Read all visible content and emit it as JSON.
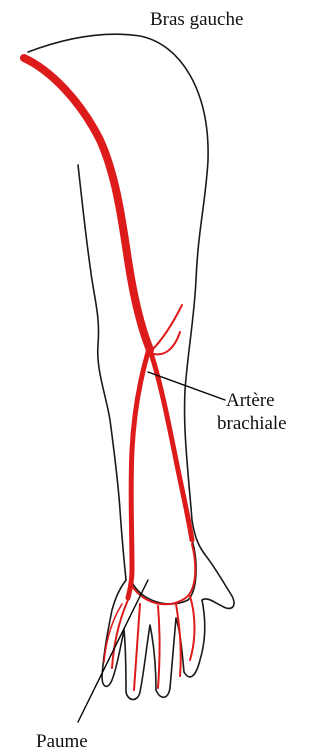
{
  "labels": {
    "title": "Bras gauche",
    "artery_line1": "Artère",
    "artery_line2": "brachiale",
    "palm": "Paume"
  },
  "colors": {
    "outline": "#1a1a1a",
    "artery": "#dd1b1b",
    "leader": "#000000",
    "background": "#ffffff"
  }
}
